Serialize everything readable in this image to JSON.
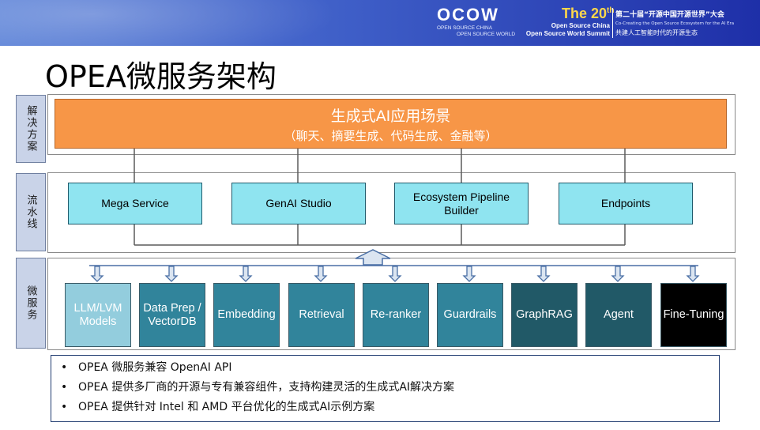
{
  "header": {
    "brand": "OCOW",
    "brand_sub1": "OPEN SOURCE CHINA",
    "brand_sub2": "OPEN SOURCE WORLD",
    "event_the": "The 20",
    "event_sup": "th",
    "event_line1": "Open Source China",
    "event_line2": "Open Source World Summit",
    "cn_title": "第二十届“开源中国开源世界”大会",
    "en_tagline": "Co-Creating the Open Source Ecosystem for the AI Era",
    "cn_tagline": "共建人工智能时代的开源生态"
  },
  "slide_title": "OPEA微服务架构",
  "categories": [
    "解决方案",
    "流水线",
    "微服务"
  ],
  "solution": {
    "title": "生成式AI应用场景",
    "subtitle": "（聊天、摘要生成、代码生成、金融等）"
  },
  "pipelines": [
    "Mega Service",
    "GenAI Studio",
    "Ecosystem Pipeline Builder",
    "Endpoints"
  ],
  "microservices": [
    {
      "label": "LLM/LVM Models",
      "color": "#93cddd",
      "text_color": "#ffffff"
    },
    {
      "label": "Data Prep / VectorDB",
      "color": "#31849b",
      "text_color": "#ffffff"
    },
    {
      "label": "Embedding",
      "color": "#31849b",
      "text_color": "#ffffff"
    },
    {
      "label": "Retrieval",
      "color": "#31849b",
      "text_color": "#ffffff"
    },
    {
      "label": "Re-ranker",
      "color": "#31849b",
      "text_color": "#ffffff"
    },
    {
      "label": "Guardrails",
      "color": "#31849b",
      "text_color": "#ffffff"
    },
    {
      "label": "GraphRAG",
      "color": "#215967",
      "text_color": "#ffffff"
    },
    {
      "label": "Agent",
      "color": "#215967",
      "text_color": "#ffffff"
    },
    {
      "label": "Fine-Tuning",
      "color": "#000000",
      "text_color": "#ffffff"
    }
  ],
  "bullets": [
    "OPEA 微服务兼容 OpenAI API",
    "OPEA 提供多厂商的开源与专有兼容组件，支持构建灵活的生成式AI解决方案",
    "OPEA 提供针对 Intel 和 AMD 平台优化的生成式AI示例方案"
  ],
  "colors": {
    "solution_bg": "#f79647",
    "pipeline_bg": "#8fe4f0",
    "category_bg": "#c9d3e8",
    "arrow_fill": "#dbe5f1",
    "arrow_stroke": "#4a6fa5"
  }
}
